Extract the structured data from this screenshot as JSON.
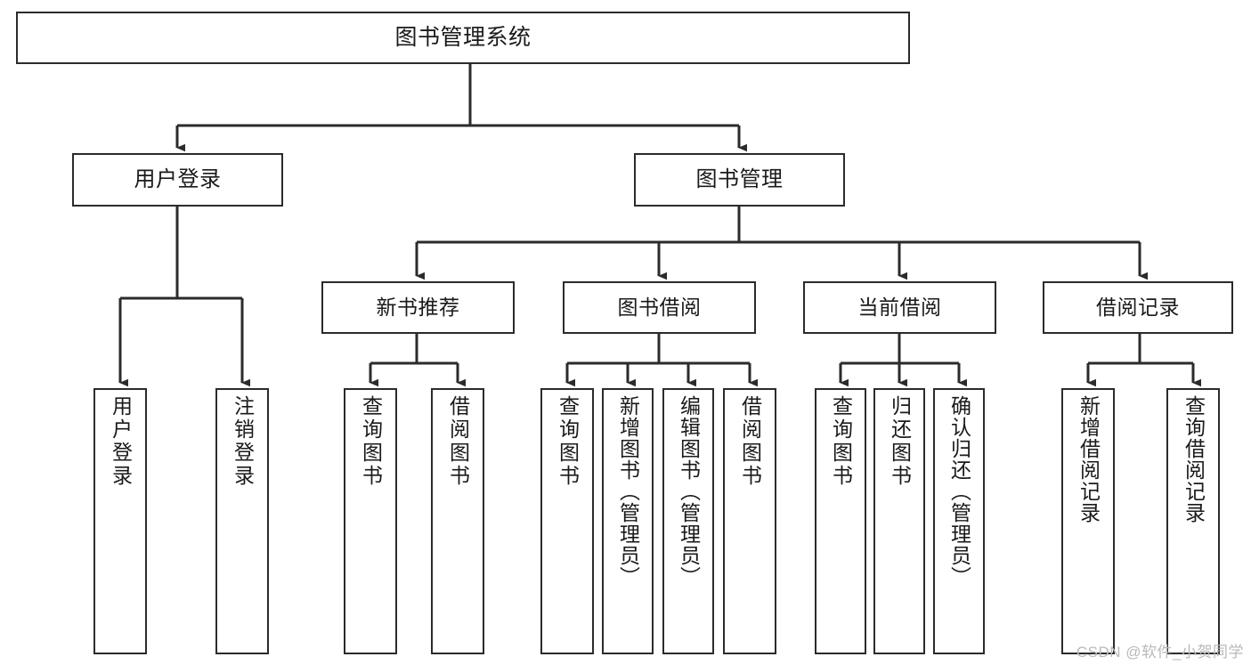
{
  "diagram": {
    "title": "图书管理系统",
    "type": "tree-hierarchy-chart",
    "watermark": "CSDN @软件_小贺同学",
    "colors": {
      "box_border": "#2b2b2b",
      "box_fill": "#ffffff",
      "edge": "#2b2b2b",
      "text": "#1a1a1a",
      "watermark": "#b9b9b9",
      "background": "#ffffff"
    },
    "nodes": {
      "root": {
        "label": "图书管理系统"
      },
      "tier2": [
        {
          "id": "user-login",
          "label": "用户登录"
        },
        {
          "id": "book-management",
          "label": "图书管理"
        }
      ],
      "tier3": [
        {
          "id": "new-book-recommend",
          "label": "新书推荐"
        },
        {
          "id": "book-borrow",
          "label": "图书借阅"
        },
        {
          "id": "current-borrow",
          "label": "当前借阅"
        },
        {
          "id": "borrow-record",
          "label": "借阅记录"
        }
      ],
      "leaves": {
        "user_login": [
          {
            "id": "leaf-user-login",
            "label": "用户登录"
          },
          {
            "id": "leaf-logout",
            "label": "注销登录"
          }
        ],
        "new_book_recommend": [
          {
            "id": "leaf-query-book-1",
            "label": "查询图书"
          },
          {
            "id": "leaf-borrow-book-1",
            "label": "借阅图书"
          }
        ],
        "book_borrow": [
          {
            "id": "leaf-query-book-2",
            "label": "查询图书"
          },
          {
            "id": "leaf-add-book",
            "label": "新增图书（管理员）"
          },
          {
            "id": "leaf-edit-book",
            "label": "编辑图书（管理员）"
          },
          {
            "id": "leaf-borrow-book-2",
            "label": "借阅图书"
          }
        ],
        "current_borrow": [
          {
            "id": "leaf-query-book-3",
            "label": "查询图书"
          },
          {
            "id": "leaf-return-book",
            "label": "归还图书"
          },
          {
            "id": "leaf-confirm-return",
            "label": "确认归还（管理员）"
          }
        ],
        "borrow_record": [
          {
            "id": "leaf-add-record",
            "label": "新增借阅记录"
          },
          {
            "id": "leaf-query-record",
            "label": "查询借阅记录"
          }
        ]
      }
    }
  }
}
